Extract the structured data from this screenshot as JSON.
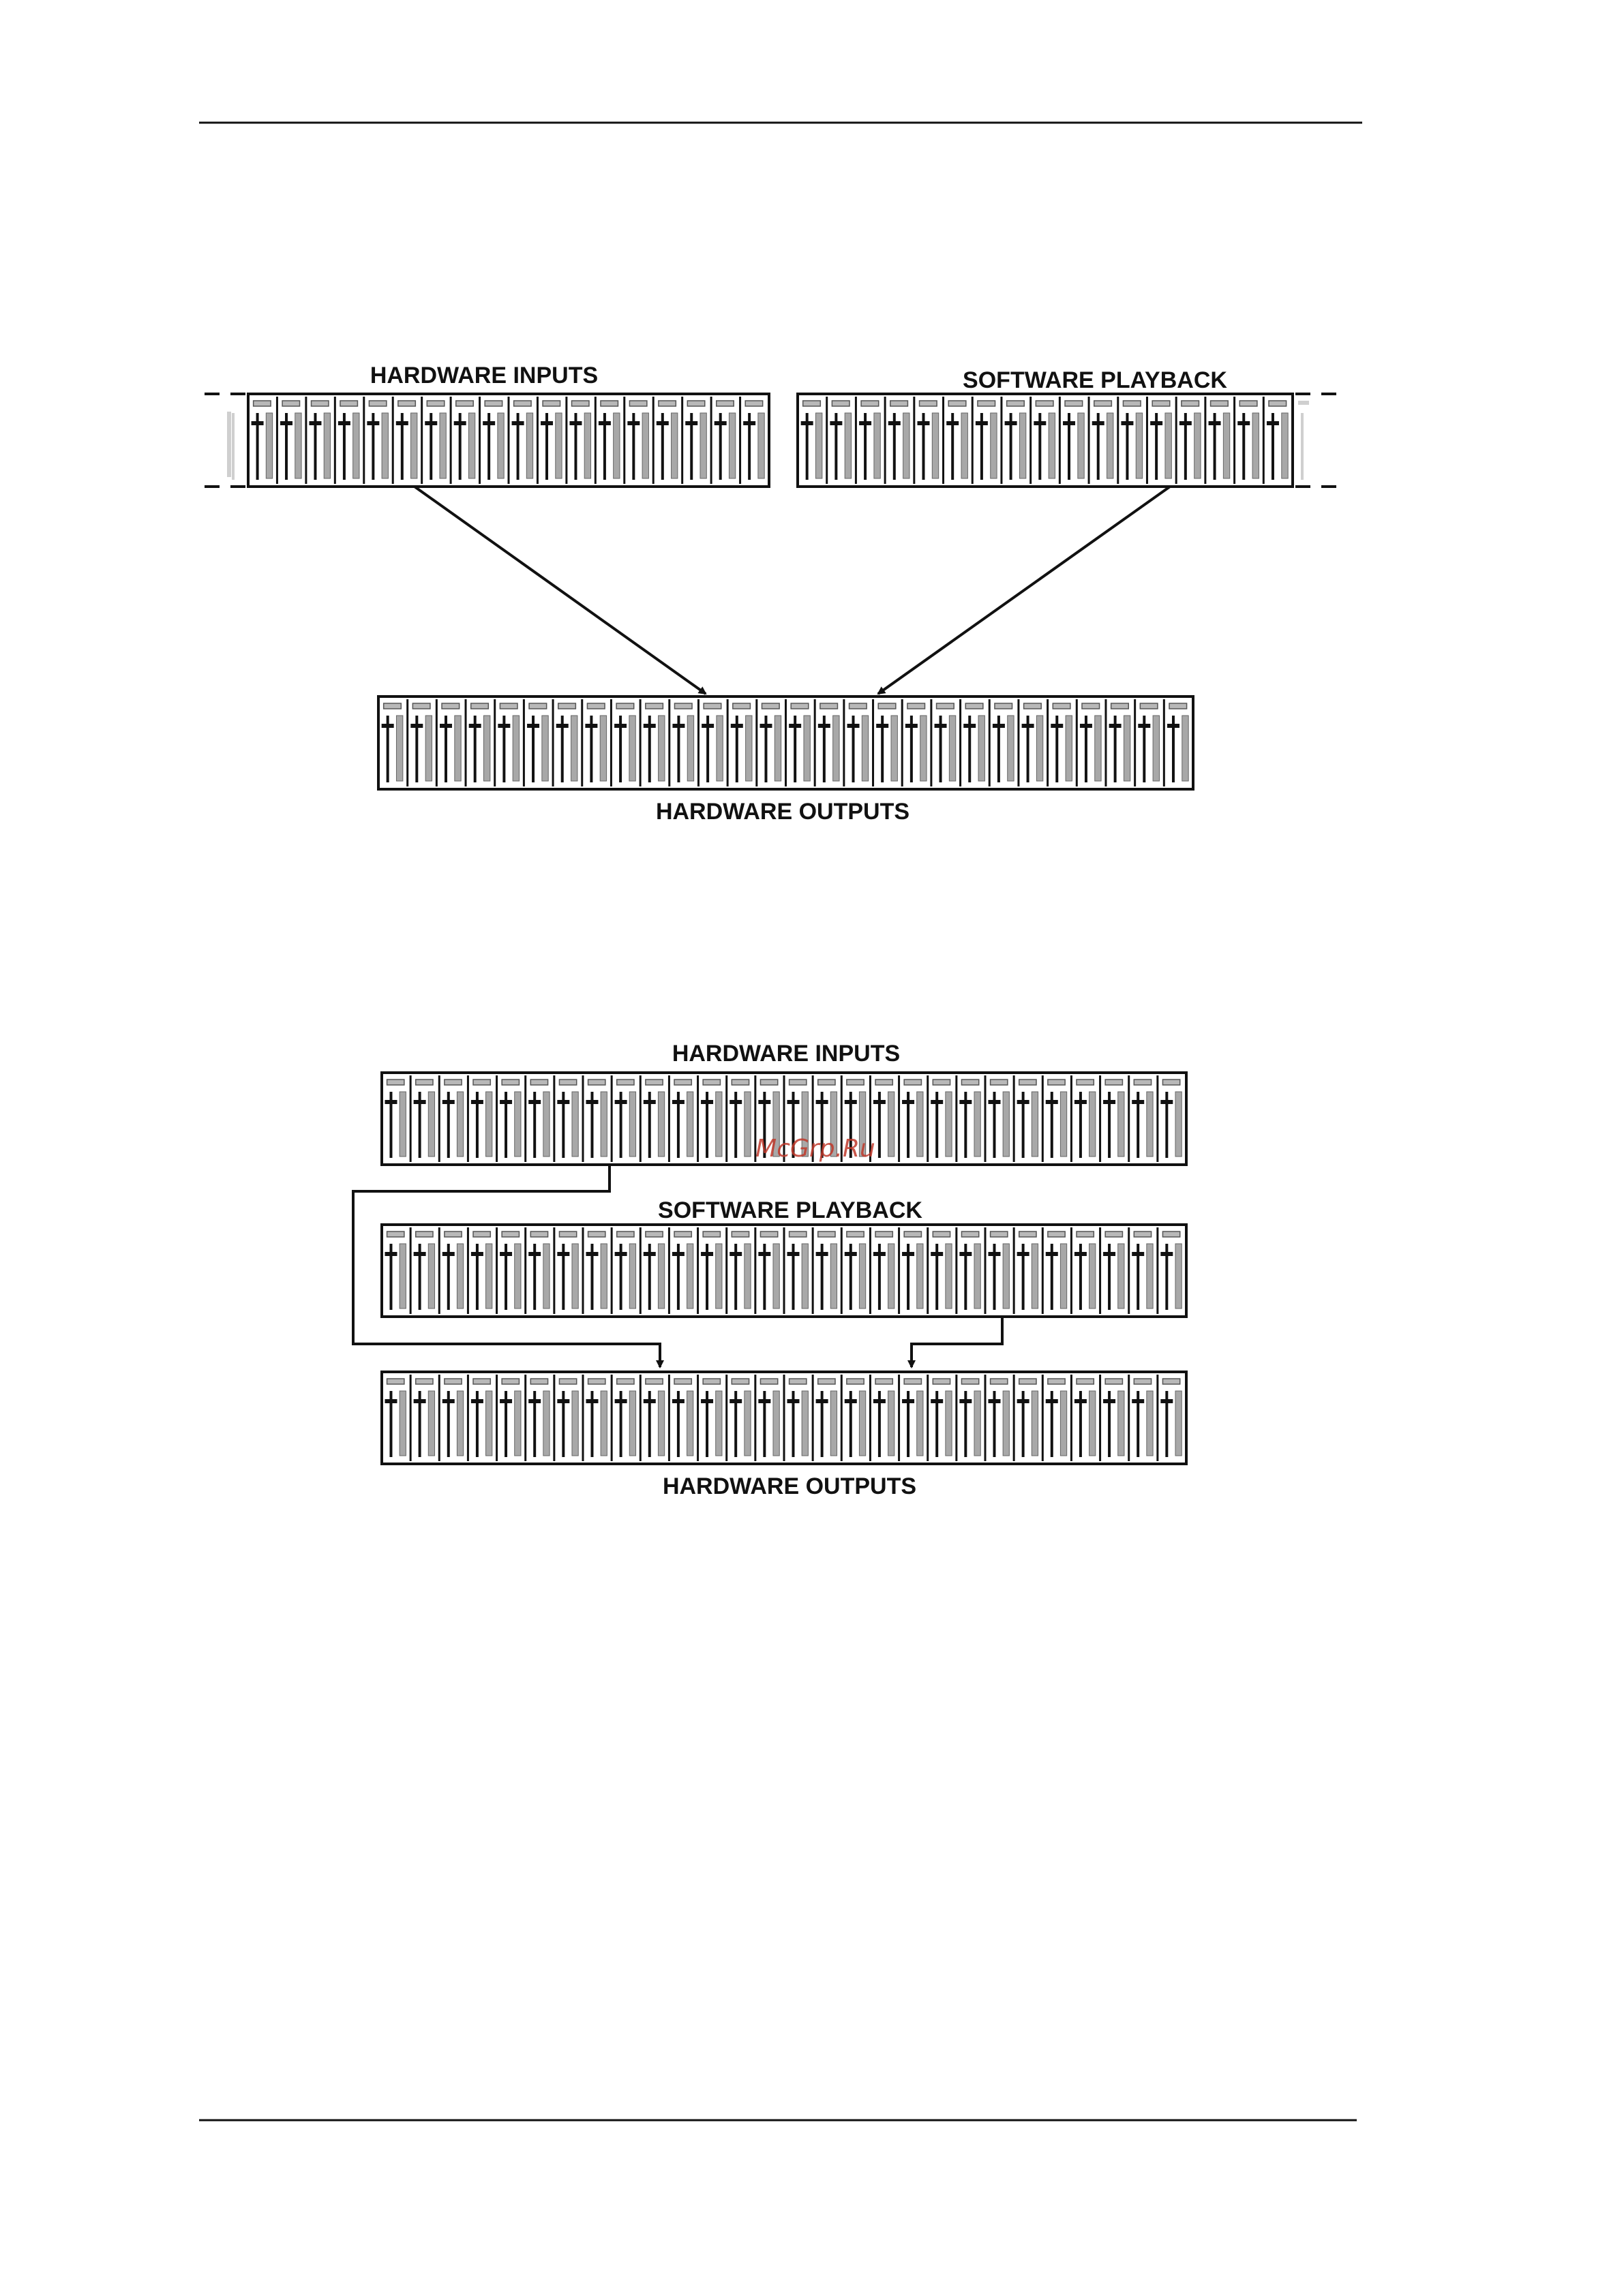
{
  "diagram_1": {
    "top_left_label": "HARDWARE INPUTS",
    "top_right_label": "SOFTWARE PLAYBACK",
    "bottom_label": "HARDWARE OUTPUTS"
  },
  "diagram_2": {
    "top_label": "HARDWARE INPUTS",
    "middle_label": "SOFTWARE PLAYBACK",
    "bottom_label": "HARDWARE OUTPUTS"
  },
  "watermark": "McGrp.Ru",
  "colors": {
    "line": "#111111",
    "meter": "#a8a8a8",
    "cap": "#b8b8b8",
    "faded": "#cfcfcf",
    "watermark": "#c0392b"
  }
}
